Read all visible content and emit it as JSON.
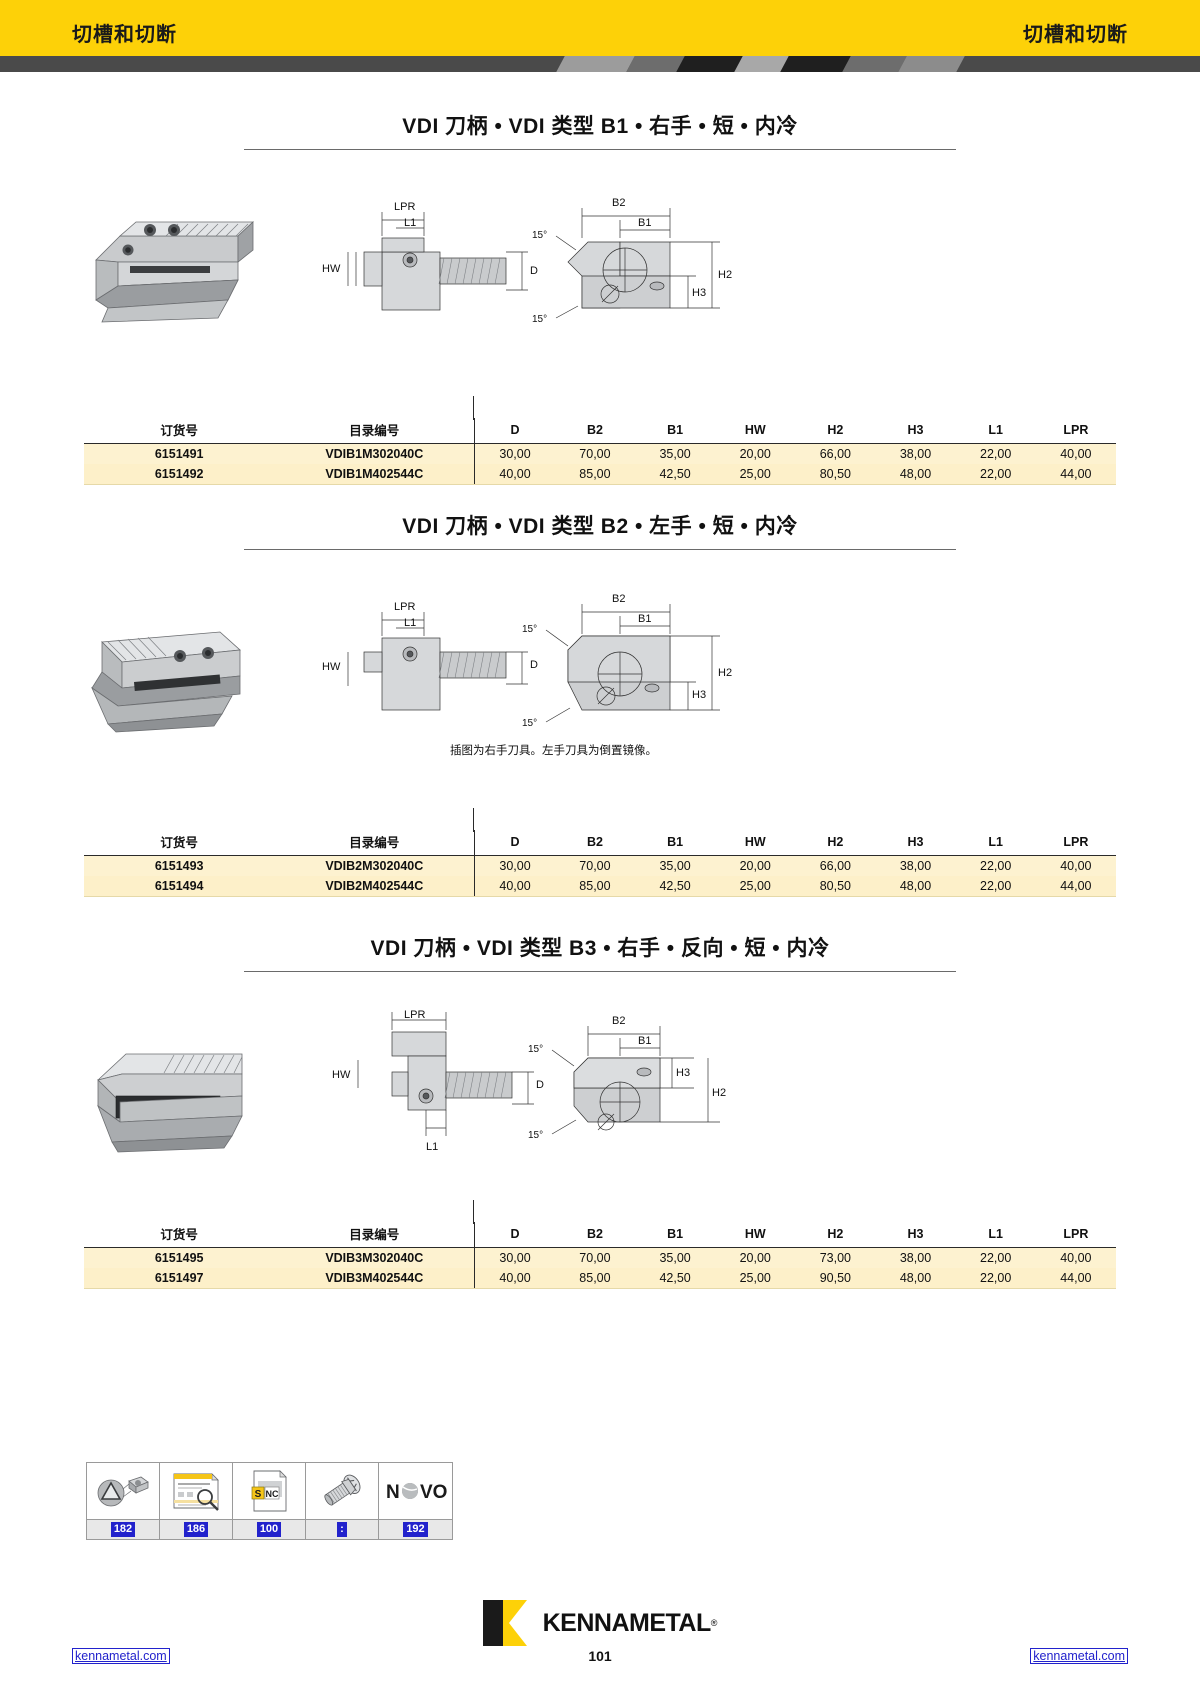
{
  "header": {
    "left_title": "切槽和切断",
    "right_title": "切槽和切断"
  },
  "sections": [
    {
      "id": "b1",
      "title": "VDI 刀柄 • VDI 类型 B1 • 右手 • 短 • 内冷",
      "note": "",
      "dimension_labels": [
        "LPR",
        "L1",
        "HW",
        "D",
        "B2",
        "B1",
        "H2",
        "H3",
        "15°",
        "15°"
      ],
      "table": {
        "columns": [
          "订货号",
          "目录编号",
          "D",
          "B2",
          "B1",
          "HW",
          "H2",
          "H3",
          "L1",
          "LPR"
        ],
        "rows": [
          [
            "6151491",
            "VDIB1M302040C",
            "30,00",
            "70,00",
            "35,00",
            "20,00",
            "66,00",
            "38,00",
            "22,00",
            "40,00"
          ],
          [
            "6151492",
            "VDIB1M402544C",
            "40,00",
            "85,00",
            "42,50",
            "25,00",
            "80,50",
            "48,00",
            "22,00",
            "44,00"
          ]
        ]
      }
    },
    {
      "id": "b2",
      "title": "VDI 刀柄 • VDI 类型 B2 • 左手 • 短 • 内冷",
      "note": "插图为右手刀具。左手刀具为倒置镜像。",
      "dimension_labels": [
        "LPR",
        "L1",
        "HW",
        "D",
        "B2",
        "B1",
        "H2",
        "H3",
        "15°",
        "15°"
      ],
      "table": {
        "columns": [
          "订货号",
          "目录编号",
          "D",
          "B2",
          "B1",
          "HW",
          "H2",
          "H3",
          "L1",
          "LPR"
        ],
        "rows": [
          [
            "6151493",
            "VDIB2M302040C",
            "30,00",
            "70,00",
            "35,00",
            "20,00",
            "66,00",
            "38,00",
            "22,00",
            "40,00"
          ],
          [
            "6151494",
            "VDIB2M402544C",
            "40,00",
            "85,00",
            "42,50",
            "25,00",
            "80,50",
            "48,00",
            "22,00",
            "44,00"
          ]
        ]
      }
    },
    {
      "id": "b3",
      "title": "VDI 刀柄 • VDI 类型 B3 • 右手 • 反向 • 短 • 内冷",
      "note": "",
      "dimension_labels": [
        "LPR",
        "L1",
        "HW",
        "D",
        "B2",
        "B1",
        "H2",
        "H3",
        "15°",
        "15°"
      ],
      "table": {
        "columns": [
          "订货号",
          "目录编号",
          "D",
          "B2",
          "B1",
          "HW",
          "H2",
          "H3",
          "L1",
          "LPR"
        ],
        "rows": [
          [
            "6151495",
            "VDIB3M302040C",
            "30,00",
            "70,00",
            "35,00",
            "20,00",
            "73,00",
            "38,00",
            "22,00",
            "40,00"
          ],
          [
            "6151497",
            "VDIB3M402544C",
            "40,00",
            "85,00",
            "42,50",
            "25,00",
            "90,50",
            "48,00",
            "22,00",
            "44,00"
          ]
        ]
      }
    }
  ],
  "icon_bar": [
    {
      "icon": "insert-geometry-icon",
      "label": "182"
    },
    {
      "icon": "catalog-page-search-icon",
      "label": "186"
    },
    {
      "icon": "snc-document-icon",
      "label": "100"
    },
    {
      "icon": "screw-icon",
      "label": ":"
    },
    {
      "icon": "novo-logo-icon",
      "label": "192"
    }
  ],
  "footer": {
    "brand": "KENNAMETAL",
    "brand_mark": "kennametal-k-logo",
    "page_number": "101",
    "link_left": "kennametal.com",
    "link_right": "kennametal.com"
  },
  "colors": {
    "brand_yellow": "#fdd108",
    "table_row": "#fdf2d0",
    "link_blue": "#2222cc"
  }
}
